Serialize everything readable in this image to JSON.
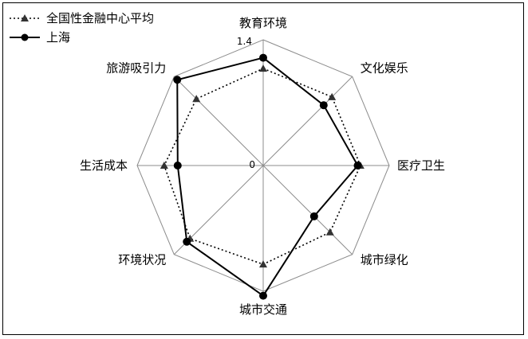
{
  "chart_data": {
    "type": "radar",
    "axes": [
      "教育环境",
      "文化娱乐",
      "医疗卫生",
      "城市绿化",
      "城市交通",
      "环境状况",
      "生活成本",
      "旅游吸引力"
    ],
    "rlim": [
      0,
      1.4
    ],
    "ticks": [
      "0",
      "1.4"
    ],
    "grid": true,
    "legend_placement": "top-left",
    "series": [
      {
        "name": "全国性金融中心平均",
        "style": "dotted",
        "marker": "triangle",
        "values": [
          1.08,
          1.08,
          1.08,
          1.05,
          1.1,
          1.15,
          1.1,
          1.05
        ]
      },
      {
        "name": "上海",
        "style": "solid",
        "marker": "circle",
        "values": [
          1.2,
          0.95,
          1.05,
          0.8,
          1.45,
          1.2,
          0.95,
          1.35
        ]
      }
    ]
  }
}
